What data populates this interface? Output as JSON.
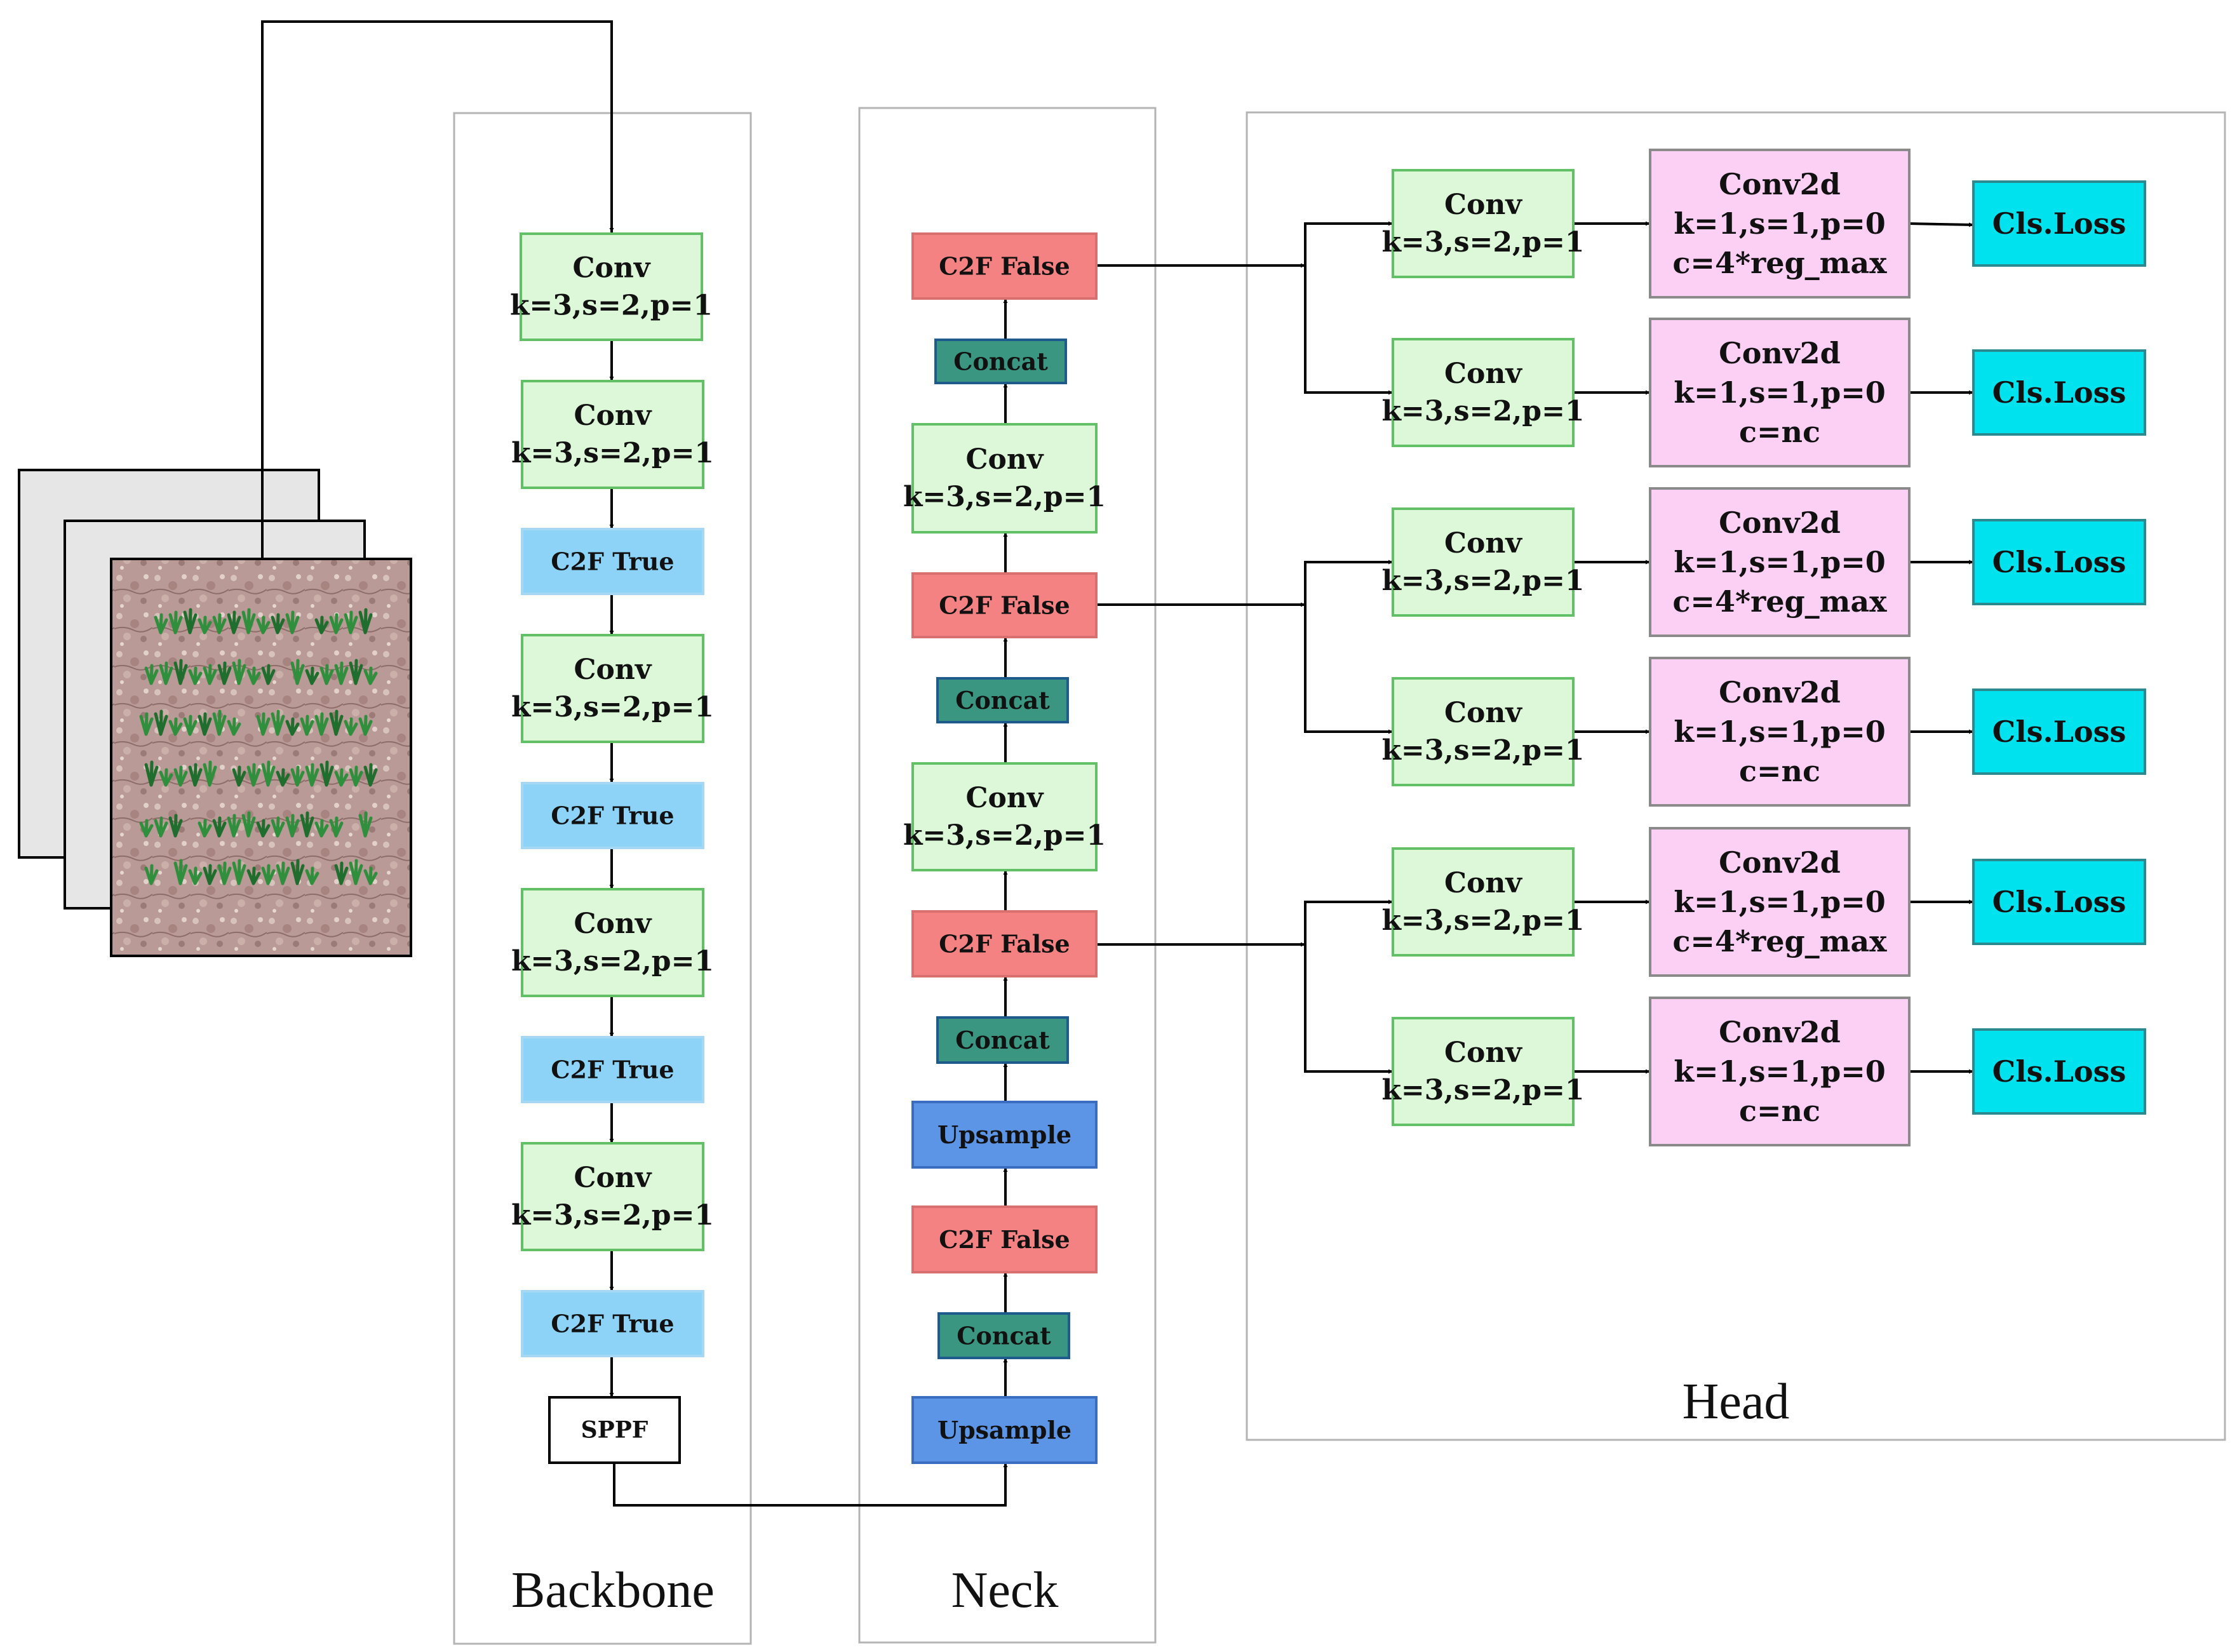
{
  "sections": {
    "backbone": "Backbone",
    "neck": "Neck",
    "head": "Head"
  },
  "colors": {
    "conv_fill": "#dcf8d8",
    "conv_border": "#62c066",
    "c2f_true_fill": "#8dd2f7",
    "c2f_false_fill": "#f58282",
    "concat_fill": "#3a9680",
    "upsample_fill": "#5c94e6",
    "conv2d_fill": "#fcd0f4",
    "loss_fill": "#00e3ee",
    "panel_border": "#b4b4b4",
    "line": "#000000"
  },
  "backbone": {
    "blocks": [
      {
        "type": "conv",
        "lines": [
          "Conv",
          "k=3,s=2,p=1"
        ]
      },
      {
        "type": "conv",
        "lines": [
          "Conv",
          "k=3,s=2,p=1"
        ]
      },
      {
        "type": "c2f_true",
        "lines": [
          "C2F True"
        ]
      },
      {
        "type": "conv",
        "lines": [
          "Conv",
          "k=3,s=2,p=1"
        ]
      },
      {
        "type": "c2f_true",
        "lines": [
          "C2F True"
        ]
      },
      {
        "type": "conv",
        "lines": [
          "Conv",
          "k=3,s=2,p=1"
        ]
      },
      {
        "type": "c2f_true",
        "lines": [
          "C2F True"
        ]
      },
      {
        "type": "conv",
        "lines": [
          "Conv",
          "k=3,s=2,p=1"
        ]
      },
      {
        "type": "c2f_true",
        "lines": [
          "C2F True"
        ]
      },
      {
        "type": "sppf",
        "lines": [
          "SPPF"
        ]
      }
    ]
  },
  "neck": {
    "blocks": [
      {
        "type": "c2f_false",
        "lines": [
          "C2F False"
        ]
      },
      {
        "type": "concat",
        "lines": [
          "Concat"
        ]
      },
      {
        "type": "conv",
        "lines": [
          "Conv",
          "k=3,s=2,p=1"
        ]
      },
      {
        "type": "c2f_false",
        "lines": [
          "C2F False"
        ]
      },
      {
        "type": "concat",
        "lines": [
          "Concat"
        ]
      },
      {
        "type": "conv",
        "lines": [
          "Conv",
          "k=3,s=2,p=1"
        ]
      },
      {
        "type": "c2f_false",
        "lines": [
          "C2F False"
        ]
      },
      {
        "type": "concat",
        "lines": [
          "Concat"
        ]
      },
      {
        "type": "upsample",
        "lines": [
          "Upsample"
        ]
      },
      {
        "type": "c2f_false",
        "lines": [
          "C2F False"
        ]
      },
      {
        "type": "concat",
        "lines": [
          "Concat"
        ]
      },
      {
        "type": "upsample",
        "lines": [
          "Upsample"
        ]
      }
    ]
  },
  "head": {
    "rows": [
      {
        "conv": [
          "Conv",
          "k=3,s=2,p=1"
        ],
        "conv2d": [
          "Conv2d",
          "k=1,s=1,p=0",
          "c=4*reg_max"
        ],
        "loss": "Cls.Loss"
      },
      {
        "conv": [
          "Conv",
          "k=3,s=2,p=1"
        ],
        "conv2d": [
          "Conv2d",
          "k=1,s=1,p=0",
          "c=nc"
        ],
        "loss": "Cls.Loss"
      },
      {
        "conv": [
          "Conv",
          "k=3,s=2,p=1"
        ],
        "conv2d": [
          "Conv2d",
          "k=1,s=1,p=0",
          "c=4*reg_max"
        ],
        "loss": "Cls.Loss"
      },
      {
        "conv": [
          "Conv",
          "k=3,s=2,p=1"
        ],
        "conv2d": [
          "Conv2d",
          "k=1,s=1,p=0",
          "c=nc"
        ],
        "loss": "Cls.Loss"
      },
      {
        "conv": [
          "Conv",
          "k=3,s=2,p=1"
        ],
        "conv2d": [
          "Conv2d",
          "k=1,s=1,p=0",
          "c=4*reg_max"
        ],
        "loss": "Cls.Loss"
      },
      {
        "conv": [
          "Conv",
          "k=3,s=2,p=1"
        ],
        "conv2d": [
          "Conv2d",
          "k=1,s=1,p=0",
          "c=nc"
        ],
        "loss": "Cls.Loss"
      }
    ]
  }
}
